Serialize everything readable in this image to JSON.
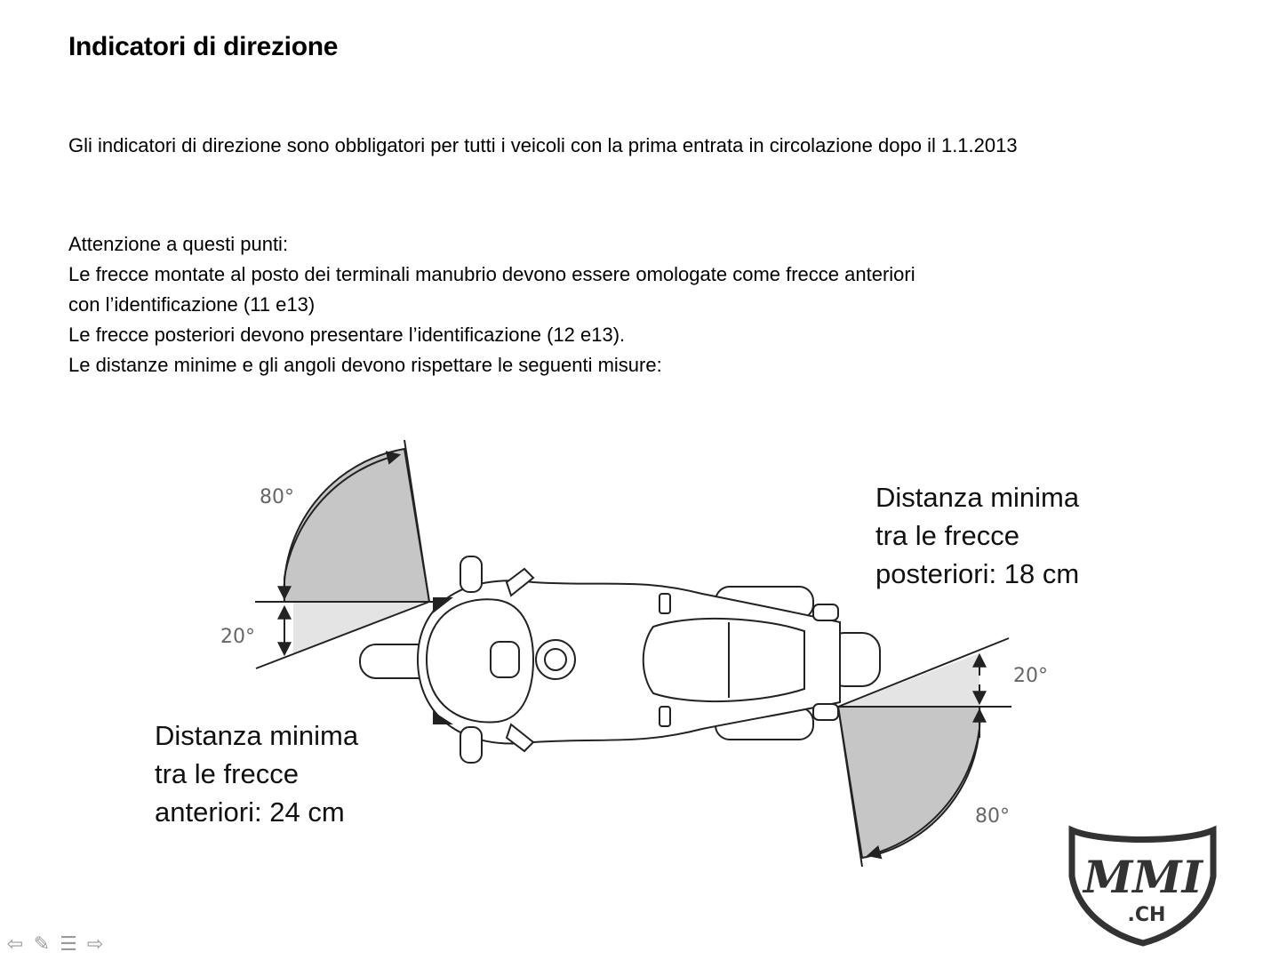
{
  "slide": {
    "title": "Indicatori di direzione",
    "intro": "Gli indicatori di direzione sono obbligatori per tutti i veicoli con la prima entrata in circolazione dopo il 1.1.2013",
    "points": [
      "Attenzione a questi punti:",
      "Le frecce montate al posto dei terminali manubrio devono essere omologate come frecce anteriori",
      "con l’identificazione (11 e13)",
      "Le frecce posteriori devono presentare l’identificazione (12 e13).",
      "Le distanze minime e gli angoli devono rispettare le seguenti misure:"
    ]
  },
  "diagram": {
    "front_angle_upper": "80°",
    "front_angle_lower": "20°",
    "rear_angle_upper": "20°",
    "rear_angle_lower": "80°",
    "rear_callout": [
      "Distanza minima",
      "tra le frecce",
      "posteriori: 18 cm"
    ],
    "front_callout": [
      "Distanza minima",
      "tra le frecce",
      "anteriori: 24 cm"
    ]
  },
  "logo": {
    "text": "MMI",
    "suffix": ".CH"
  },
  "nav": {
    "prev_icon": "arrow-left-icon",
    "edit_icon": "pencil-icon",
    "menu_icon": "menu-icon",
    "next_icon": "arrow-right-icon"
  },
  "colors": {
    "sector_dark": "#c6c6c6",
    "sector_light": "#e4e4e4",
    "line": "#222222"
  }
}
